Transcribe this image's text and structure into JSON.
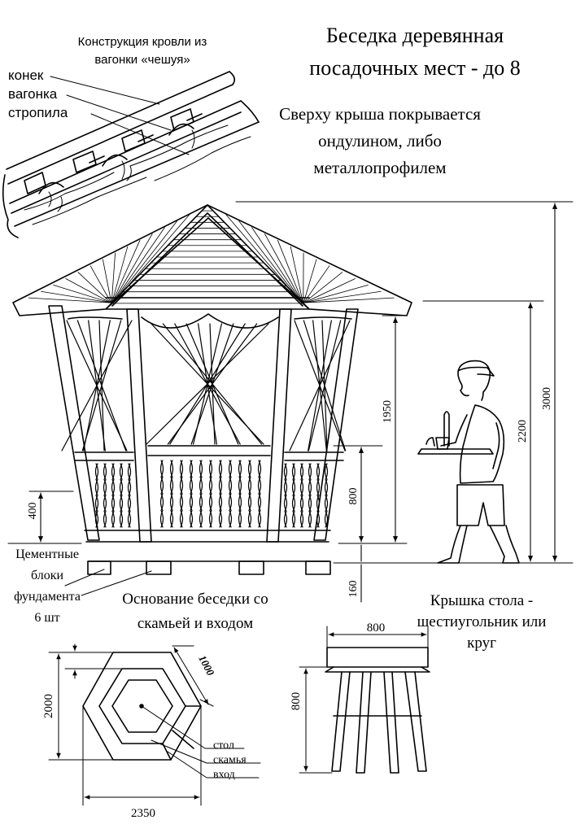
{
  "title": {
    "line1": "Беседка деревянная",
    "line2": "посадочных мест - до 8"
  },
  "roof_detail": {
    "caption_line1": "Конструкция кровли из",
    "caption_line2": "вагонки «чешуя»",
    "label_ridge": "конек",
    "label_boards": "вагонка",
    "label_rafters": "стропила"
  },
  "roof_note": {
    "line1": "Сверху крыша покрывается",
    "line2": "ондулином, либо",
    "line3": "металлопрофилем"
  },
  "dimensions": {
    "total_height": "3000",
    "person_height": "2200",
    "opening_height": "1950",
    "railing_height": "800",
    "bench_height": "400",
    "foundation_height": "160"
  },
  "foundation_note": {
    "line1": "Цементные",
    "line2": "блоки",
    "line3": "фундамента",
    "line4": "6 шт"
  },
  "base_plan": {
    "caption_line1": "Основание беседки со",
    "caption_line2": "скамьей и входом",
    "height_dim": "2000",
    "width_dim": "2350",
    "side_dim": "1000",
    "label_table": "стол",
    "label_bench": "скамья",
    "label_entry": "вход"
  },
  "table": {
    "caption_line1": "Крышка стола -",
    "caption_line2": "шестиугольник или",
    "caption_line3": "круг",
    "width_dim": "800",
    "height_dim": "800"
  }
}
